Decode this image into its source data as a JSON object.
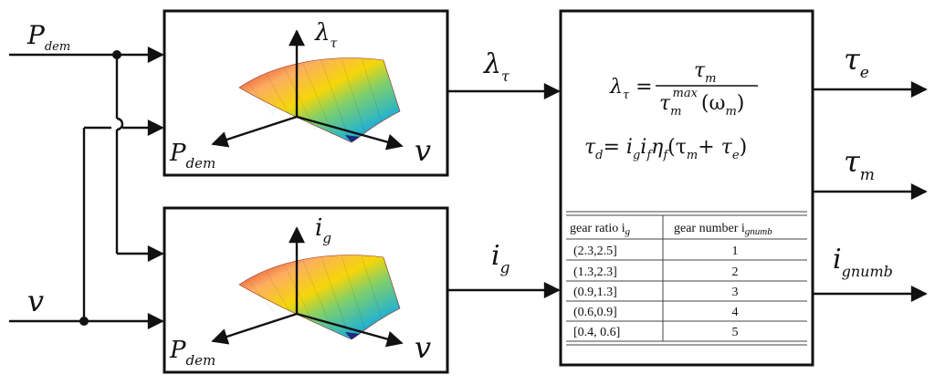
{
  "inputs": {
    "p_dem": "P",
    "p_dem_sub": "dem",
    "v": "v"
  },
  "map_lambda": {
    "z_label": "λ",
    "z_label_sub": "τ",
    "x_label": "P",
    "x_label_sub": "dem",
    "y_label": "v"
  },
  "map_ig": {
    "z_label": "i",
    "z_label_sub": "g",
    "x_label": "P",
    "x_label_sub": "dem",
    "y_label": "v"
  },
  "signals": {
    "lambda": "λ",
    "lambda_sub": "τ",
    "ig": "i",
    "ig_sub": "g"
  },
  "outputs": {
    "tau_e": "τ",
    "tau_e_sub": "e",
    "tau_m": "τ",
    "tau_m_sub": "m",
    "i_gnumb": "i",
    "i_gnumb_sub": "gnumb"
  },
  "equations": {
    "eq1_lhs": "λ",
    "eq1_lhs_sub": "τ",
    "eq1_num": "τ",
    "eq1_num_sub": "m",
    "eq1_den": "τ",
    "eq1_den_sub": "m",
    "eq1_den_sup": "max",
    "eq1_den_arg": "(ω",
    "eq1_den_arg_sub": "m",
    "eq1_den_arg_close": ")",
    "eq2": "τ",
    "eq2_sub": "d",
    "eq2_rhs_a": "= i",
    "eq2_rhs_a_sub": "g",
    "eq2_rhs_b": "i",
    "eq2_rhs_b_sub": "f",
    "eq2_rhs_c": "η",
    "eq2_rhs_c_sub": "f",
    "eq2_rhs_d": "(τ",
    "eq2_rhs_d_sub": "m",
    "eq2_rhs_e": "+ τ",
    "eq2_rhs_e_sub": "e",
    "eq2_rhs_f": ")"
  },
  "gear_table": {
    "header_ratio": "gear ratio i",
    "header_ratio_sub": "g",
    "header_number": "gear number i",
    "header_number_sub": "gnumb",
    "rows": [
      {
        "ratio": "(2.3,2.5]",
        "number": "1"
      },
      {
        "ratio": "(1.3,2.3]",
        "number": "2"
      },
      {
        "ratio": "(0.9,1.3]",
        "number": "3"
      },
      {
        "ratio": "(0.6,0.9]",
        "number": "4"
      },
      {
        "ratio": "[0.4, 0.6]",
        "number": "5"
      }
    ]
  },
  "colors": {
    "line": "#111111",
    "surface_high": "#d7191c",
    "surface_mid": "#f5d60a",
    "surface_low": "#2b83ba"
  }
}
